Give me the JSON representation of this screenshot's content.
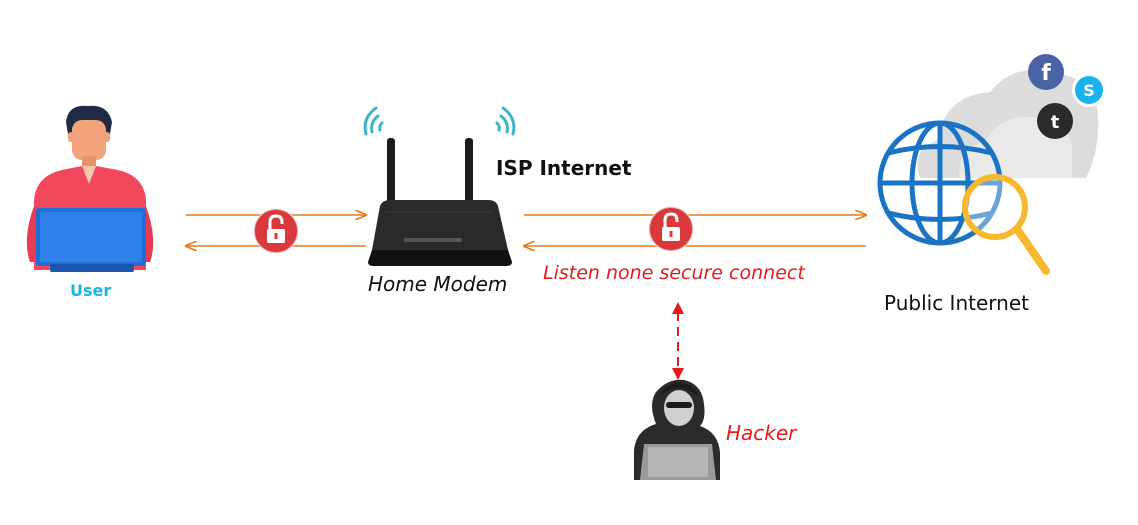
{
  "labels": {
    "user": "User",
    "home_modem": "Home Modem",
    "isp_internet": "ISP Internet",
    "listen": "Listen none secure connect",
    "public_internet": "Public Internet",
    "hacker": "Hacker"
  },
  "icons": {
    "user": "person-with-laptop-icon",
    "modem": "wifi-router-icon",
    "lock": "unlocked-padlock-icon",
    "globe": "globe-icon",
    "search": "magnifier-icon",
    "cloud": "cloud-icon",
    "facebook": "facebook-icon",
    "skype": "skype-icon",
    "twitter": "twitter-icon",
    "hacker": "hooded-hacker-icon"
  },
  "colors": {
    "arrow": "#e8791b",
    "lock": "#d9393b",
    "alert_text": "#e8191b",
    "user_label": "#1ab6e6",
    "globe": "#1b73c6",
    "magnifier": "#f5b82e",
    "laptop": "#1e6fd6",
    "shirt": "#f1485d"
  }
}
